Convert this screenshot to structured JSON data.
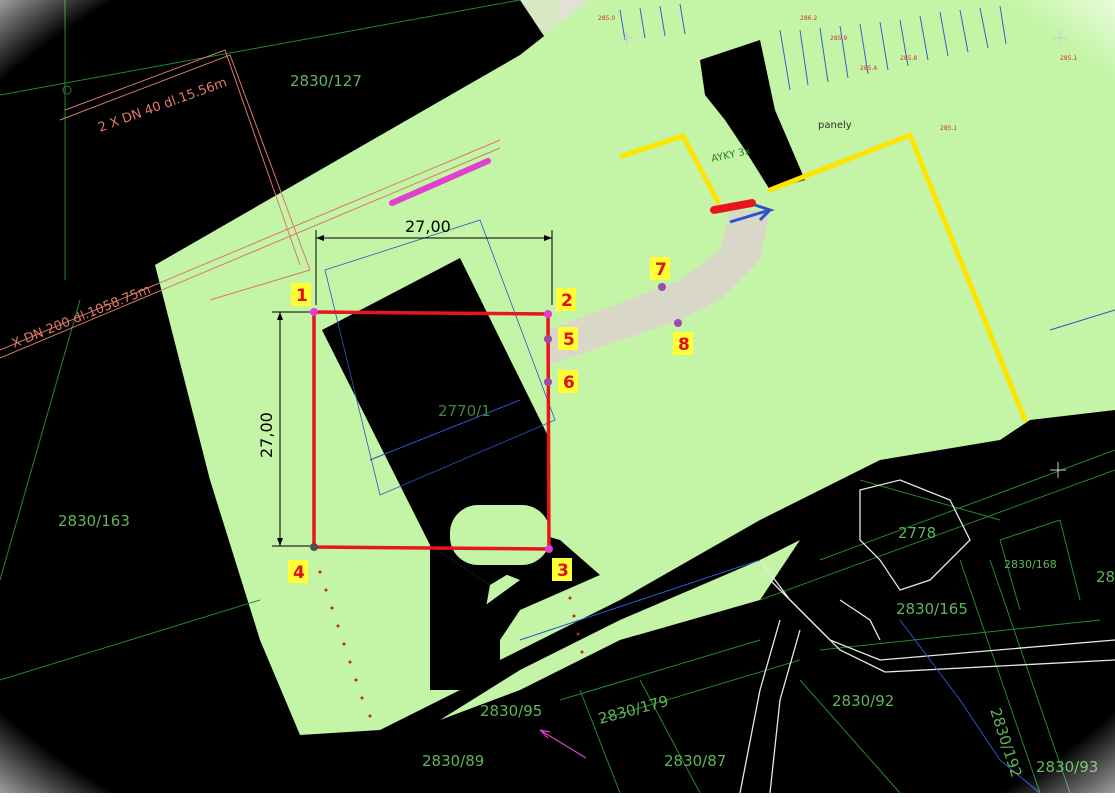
{
  "map": {
    "parcels": [
      {
        "id": "p-2830-127",
        "label": "2830/127"
      },
      {
        "id": "p-2830-163",
        "label": "2830/163"
      },
      {
        "id": "p-2770-1",
        "label": "2770/1"
      },
      {
        "id": "p-2778",
        "label": "2778"
      },
      {
        "id": "p-2830-168",
        "label": "2830/168"
      },
      {
        "id": "p-2830-165",
        "label": "2830/165"
      },
      {
        "id": "p-2830-92",
        "label": "2830/92"
      },
      {
        "id": "p-2830-179",
        "label": "2830/179"
      },
      {
        "id": "p-2830-95",
        "label": "2830/95"
      },
      {
        "id": "p-2830-89",
        "label": "2830/89"
      },
      {
        "id": "p-2830-87",
        "label": "2830/87"
      },
      {
        "id": "p-2830-93",
        "label": "2830/93"
      },
      {
        "id": "p-2830-192",
        "label": "2830/192"
      },
      {
        "id": "p-edge-28",
        "label": "28"
      }
    ],
    "pipes": {
      "dn40": "2 X DN 40 dl.15.56m",
      "dn200": "X DN 200 dl.1058.75m"
    },
    "dimensions": {
      "width": "27,00",
      "height": "27,00"
    },
    "markers": [
      "1",
      "2",
      "3",
      "4",
      "5",
      "6",
      "7",
      "8"
    ],
    "annotations": {
      "panely": "panely",
      "cable": "AYKY 3x"
    },
    "colors": {
      "background": "#000000",
      "plot_fill": "#c4f5a6",
      "boundary_red": "#e8151b",
      "fence_yellow": "#ffe400",
      "magenta": "#e040d0",
      "road": "#d9d8c8",
      "marker_fill": "#ffff33",
      "point_purple": "#9a4aa8"
    }
  }
}
